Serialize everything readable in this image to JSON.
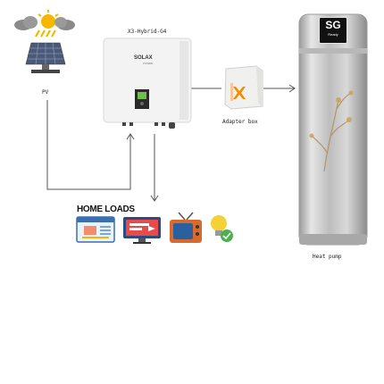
{
  "labels": {
    "pv": "PV",
    "inverter_model": "X3-Hybrid-G4",
    "adapter_box": "Adapter box",
    "heat_pump": "Heat pump",
    "home_loads": "HOME LOADS"
  },
  "brand": {
    "solax": "SOLAX",
    "solax_sub": "POWER",
    "sg_badge": "SG",
    "sg_sub": "Ready"
  },
  "colors": {
    "line": "#555555",
    "inverter_body": "#f3f3f3",
    "tank_steel": "#c8c8c8",
    "sg_badge_bg": "#111111",
    "solax_orange": "#f28c00"
  },
  "icons": [
    "sun-cloud-icon",
    "solar-panel-icon",
    "inverter-icon",
    "adapter-box-icon",
    "heat-pump-tank-icon",
    "calendar-icon",
    "monitor-icon",
    "tv-icon",
    "lightbulb-icon"
  ]
}
